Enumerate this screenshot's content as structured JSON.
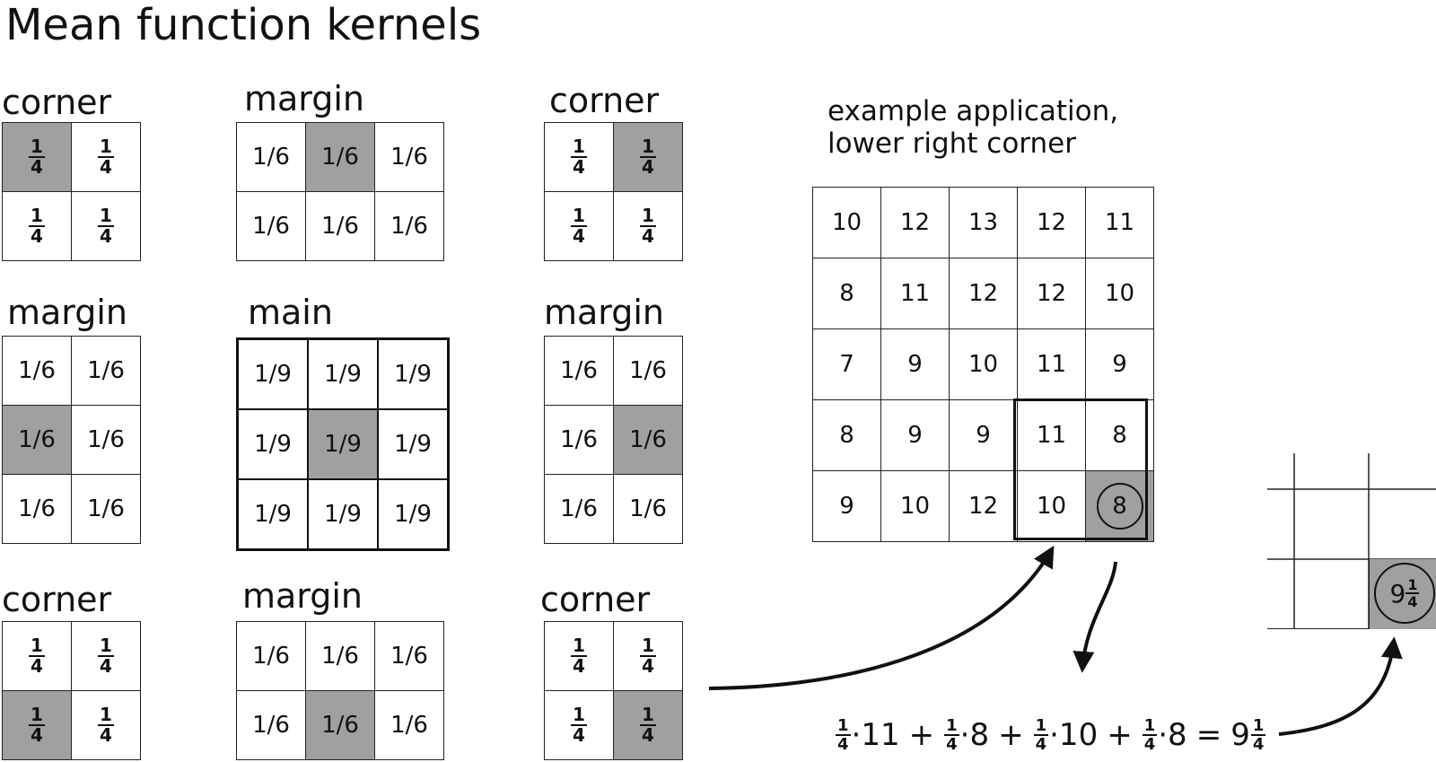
{
  "title": "Mean function kernels",
  "labels": {
    "top_left": "corner",
    "top_center": "margin",
    "top_right": "corner",
    "mid_left": "margin",
    "mid_center": "main",
    "mid_right": "margin",
    "bot_left": "corner",
    "bot_center": "margin",
    "bot_right": "corner"
  },
  "example_caption": [
    "example application,",
    "lower right corner"
  ],
  "kernel_values": {
    "quarter_num": "1",
    "quarter_den": "4",
    "sixth": "1/6",
    "ninth": "1/9"
  },
  "highlight_color": "#a0a0a0",
  "grid": [
    [
      "10",
      "12",
      "13",
      "12",
      "11"
    ],
    [
      "8",
      "11",
      "12",
      "12",
      "10"
    ],
    [
      "7",
      "9",
      "10",
      "11",
      "9"
    ],
    [
      "8",
      "9",
      "9",
      "11",
      "8"
    ],
    [
      "9",
      "10",
      "12",
      "10",
      "8"
    ]
  ],
  "result": {
    "whole": "9",
    "num": "1",
    "den": "4"
  },
  "formula": {
    "num": "1",
    "den": "4",
    "terms": [
      "·11",
      "·8",
      "·10",
      "·8"
    ],
    "plus": "+",
    "equals": "=",
    "result_whole": "9"
  }
}
